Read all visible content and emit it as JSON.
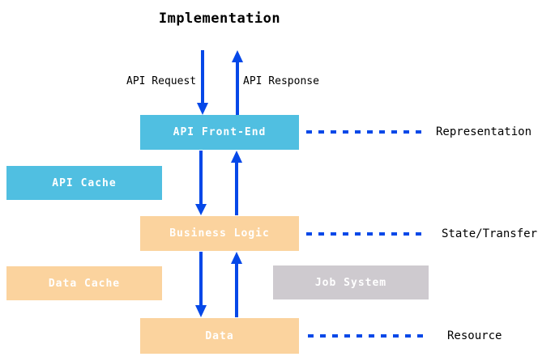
{
  "title": "Implementation",
  "flow": {
    "request_label": "API Request",
    "response_label": "API Response"
  },
  "boxes": {
    "api_front_end": "API Front-End",
    "api_cache": "API Cache",
    "business_logic": "Business Logic",
    "data_cache": "Data Cache",
    "job_system": "Job System",
    "data": "Data"
  },
  "layers": [
    {
      "label": "Representation"
    },
    {
      "label": "State/Transfer"
    },
    {
      "label": "Resource"
    }
  ],
  "icons": {
    "down_arrow": "down-arrow",
    "up_arrow": "up-arrow",
    "dashed_connector": "dashed-line"
  },
  "colors": {
    "cyan": "#50bfe1",
    "peach": "#fbd39e",
    "gray": "#cecacf",
    "arrow_blue": "#0548e8",
    "text_black": "#000000",
    "box_text": "#ffffff",
    "background": "#ffffff"
  }
}
